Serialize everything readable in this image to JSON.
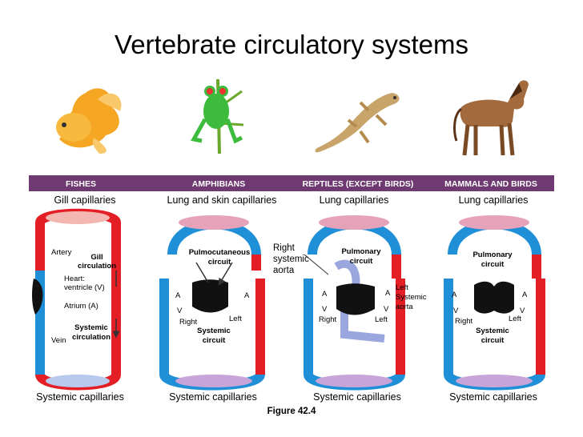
{
  "title": "Vertebrate circulatory systems",
  "figure_caption": "Figure 42.4",
  "columns": [
    {
      "header": "FISHES",
      "top_capillaries": "Gill capillaries",
      "bottom_capillaries": "Systemic capillaries"
    },
    {
      "header": "AMPHIBIANS",
      "top_capillaries": "Lung and skin capillaries",
      "bottom_capillaries": "Systemic capillaries"
    },
    {
      "header": "REPTILES (EXCEPT BIRDS)",
      "top_capillaries": "Lung capillaries",
      "bottom_capillaries": "Systemic capillaries"
    },
    {
      "header": "MAMMALS AND BIRDS",
      "top_capillaries": "Lung capillaries",
      "bottom_capillaries": "Systemic capillaries"
    }
  ],
  "fish_labels": {
    "artery": "Artery",
    "gill_circulation_1": "Gill",
    "gill_circulation_2": "circulation",
    "heart_1": "Heart:",
    "heart_2": "ventricle (V)",
    "atrium": "Atrium (A)",
    "systemic_1": "Systemic",
    "systemic_2": "circulation",
    "vein": "Vein"
  },
  "amphibian_labels": {
    "pulmo_1": "Pulmocutaneous",
    "pulmo_2": "circuit",
    "a_left": "A",
    "a_right": "A",
    "v": "V",
    "right": "Right",
    "left": "Left",
    "systemic_1": "Systemic",
    "systemic_2": "circuit"
  },
  "reptile_labels": {
    "right_aorta_1": "Right",
    "right_aorta_2": "systemic",
    "right_aorta_3": "aorta",
    "pulmonary_1": "Pulmonary",
    "pulmonary_2": "circuit",
    "a_left": "A",
    "a_right": "A",
    "v_left": "V",
    "v_right": "V",
    "right": "Right",
    "left": "Left",
    "left_aorta_1": "Left",
    "left_aorta_2": "Systemic",
    "left_aorta_3": "aorta"
  },
  "mammal_labels": {
    "pulmonary_1": "Pulmonary",
    "pulmonary_2": "circuit",
    "a_left": "A",
    "a_right": "A",
    "v_left": "V",
    "v_right": "V",
    "right": "Right",
    "left": "Left",
    "systemic_1": "Systemic",
    "systemic_2": "circuit"
  },
  "colors": {
    "band": "#6f3a72",
    "oxygenated": "#e31e24",
    "deoxygenated": "#1f8fd8",
    "mixed": "#9aa6de"
  },
  "icons": [
    "goldfish-illustration",
    "tree-frog-illustration",
    "lizard-illustration",
    "horse-illustration"
  ]
}
